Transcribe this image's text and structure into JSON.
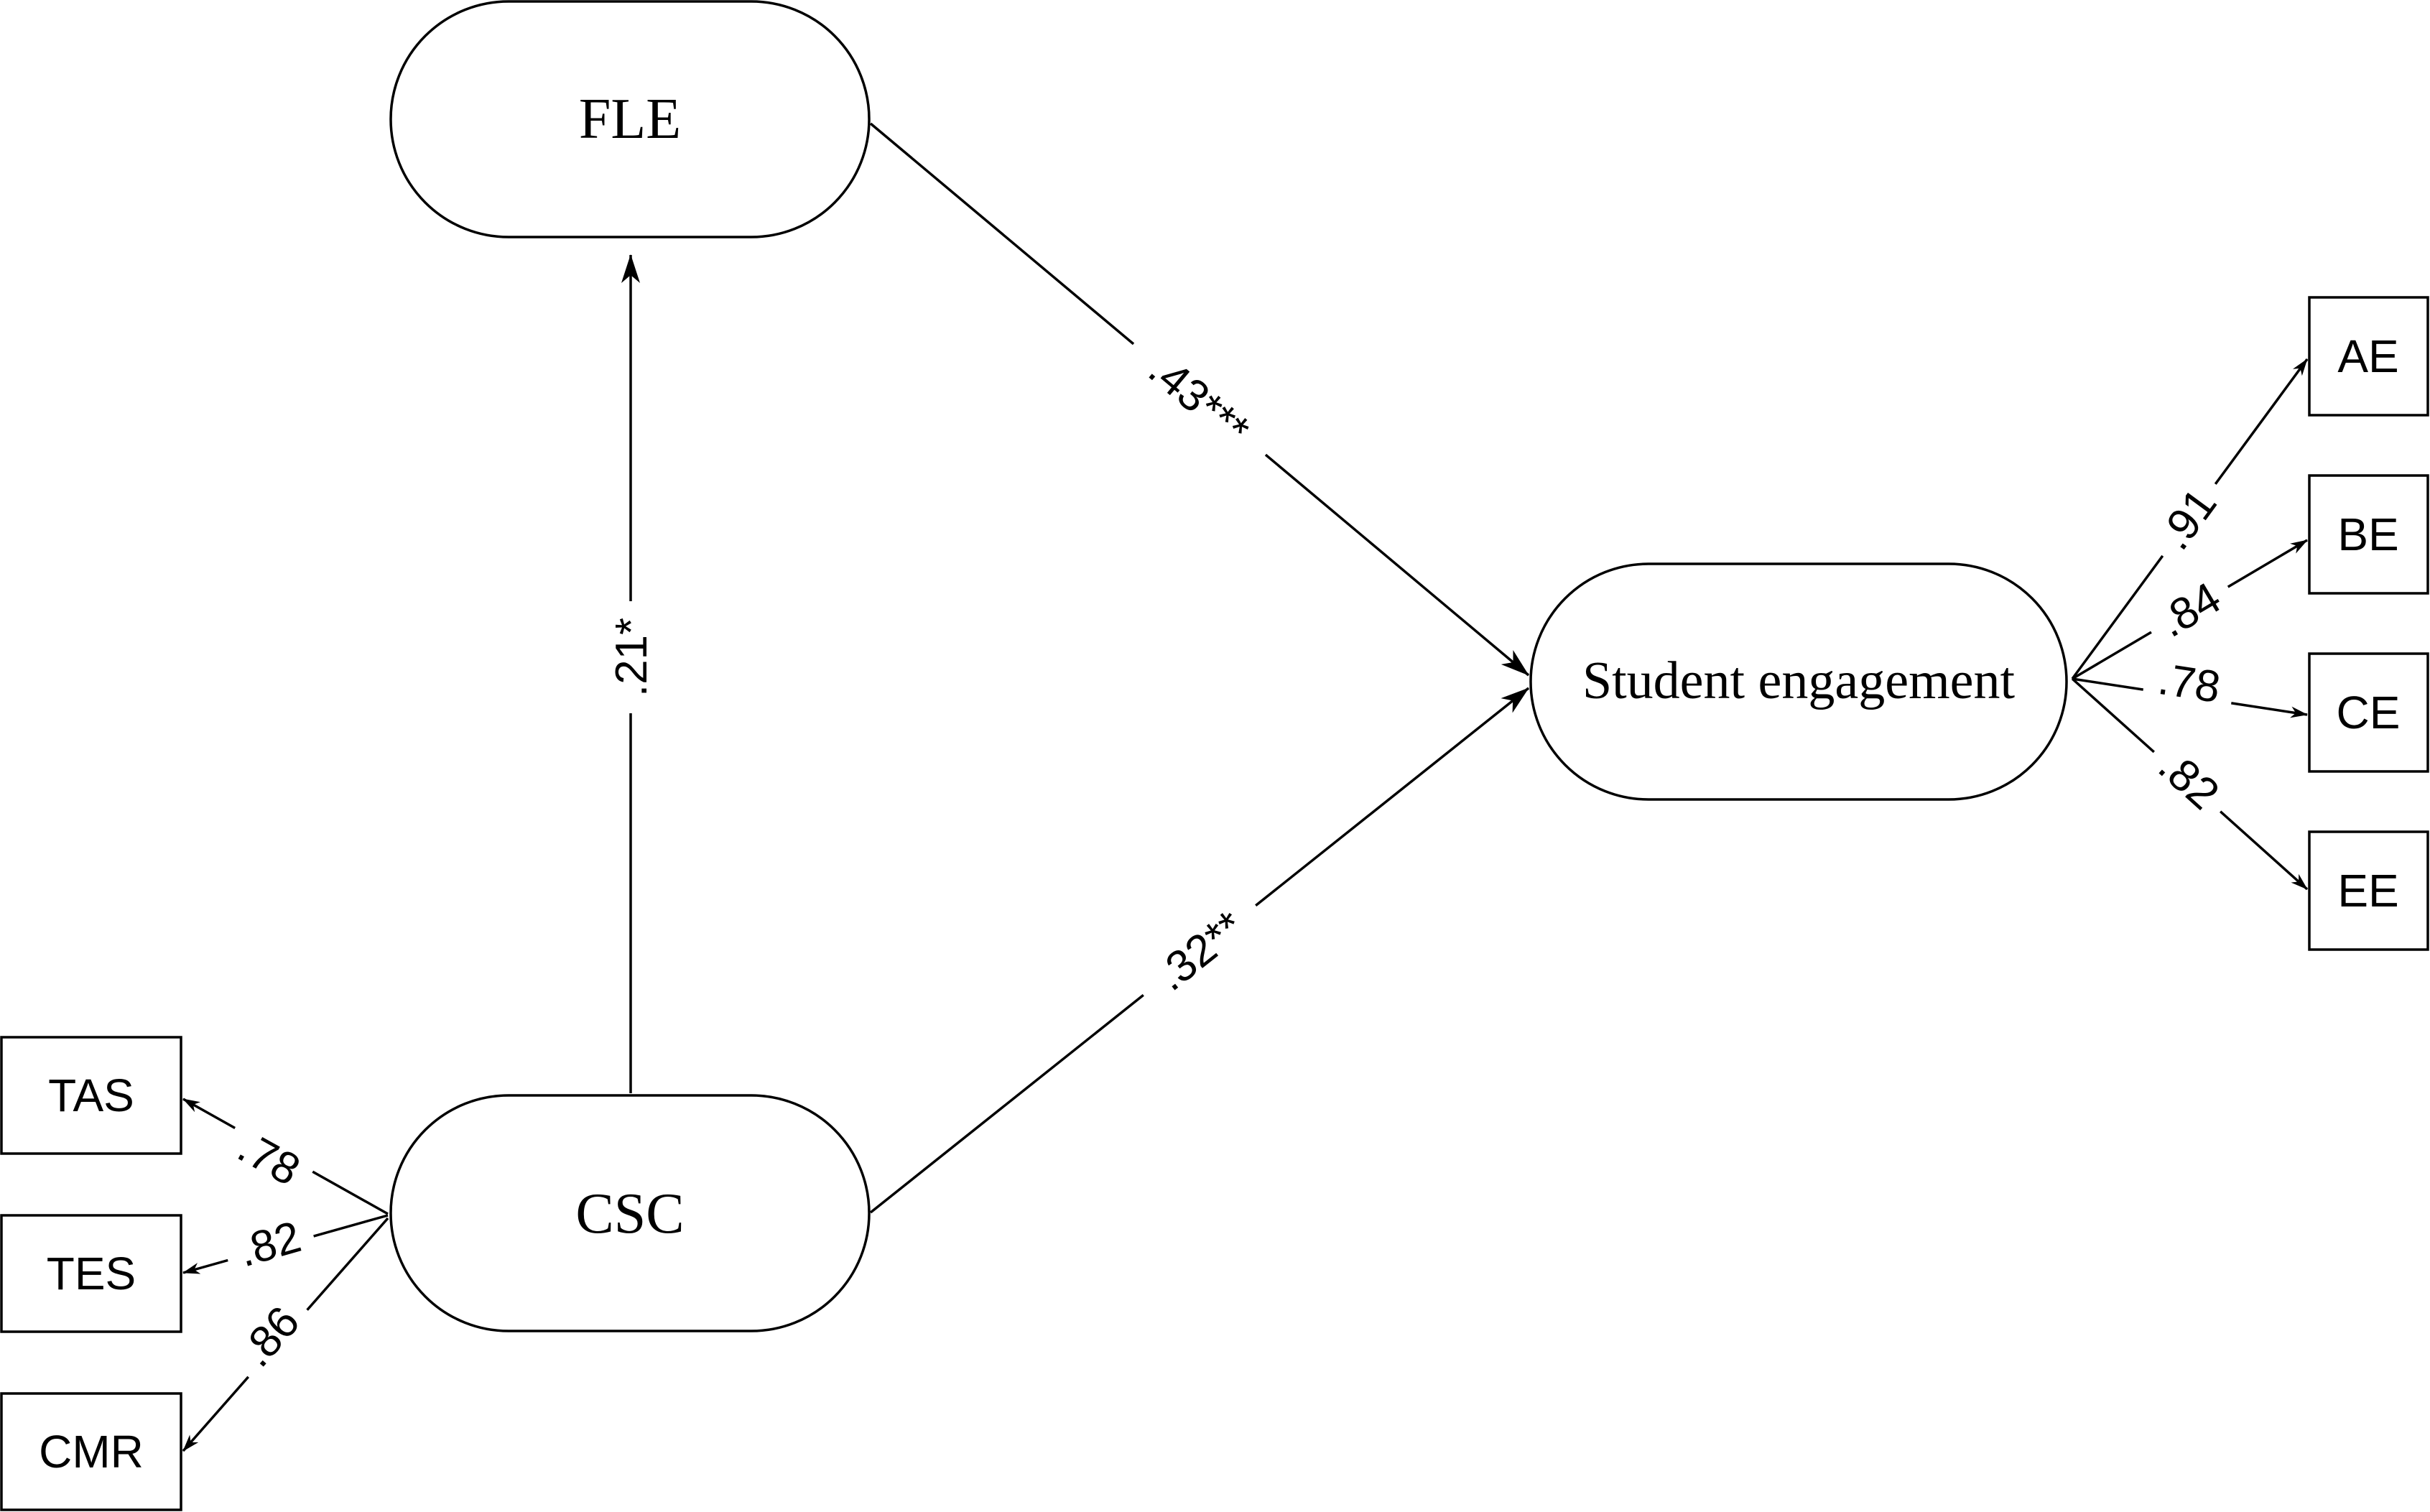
{
  "latents": {
    "fle": "FLE",
    "csc": "CSC",
    "se": "Student engagement"
  },
  "indicators": {
    "tas": "TAS",
    "tes": "TES",
    "cmr": "CMR",
    "ae": "AE",
    "be": "BE",
    "ce": "CE",
    "ee": "EE"
  },
  "paths": {
    "csc_fle": ".21*",
    "fle_se": ".43***",
    "csc_se": ".32**"
  },
  "loadings": {
    "tas": ".78",
    "tes": ".82",
    "cmr": ".86",
    "ae": ".91",
    "be": ".84",
    "ce": ".78",
    "ee": ".82"
  }
}
